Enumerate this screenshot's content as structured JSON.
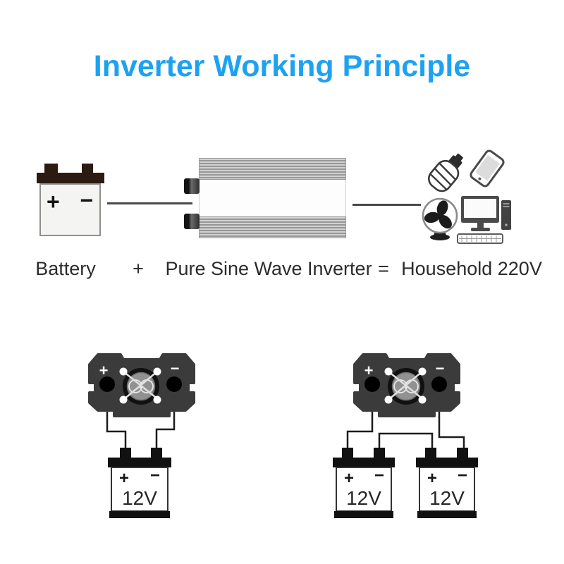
{
  "title": {
    "text": "Inverter Working Principle"
  },
  "colors": {
    "title_blue": "#1da2f2",
    "wire_gray": "#4a4a4a",
    "wire_black": "#1a1a1a",
    "inverter_body_dark": "#3b3b3b",
    "battery_cap_brown": "#2b1b11"
  },
  "equation_row": {
    "battery_icon": {
      "plus": "+",
      "minus": "−"
    },
    "labels": {
      "battery": "Battery",
      "plus_sign": "+",
      "inverter": "Pure Sine Wave Inverter",
      "equals_sign": "=",
      "household": "Household 220V"
    },
    "appliance_icons": [
      "cfl-bulb",
      "smartphone",
      "electric-fan",
      "desktop-computer"
    ]
  },
  "connection_diagrams": {
    "single_battery": {
      "inverter": {
        "plus": "+",
        "minus": "−"
      },
      "battery1": {
        "plus": "+",
        "minus": "−",
        "voltage": "12V"
      }
    },
    "dual_battery": {
      "inverter": {
        "plus": "+",
        "minus": "−"
      },
      "battery1": {
        "plus": "+",
        "minus": "−",
        "voltage": "12V"
      },
      "battery2": {
        "plus": "+",
        "minus": "−",
        "voltage": "12V"
      }
    }
  }
}
